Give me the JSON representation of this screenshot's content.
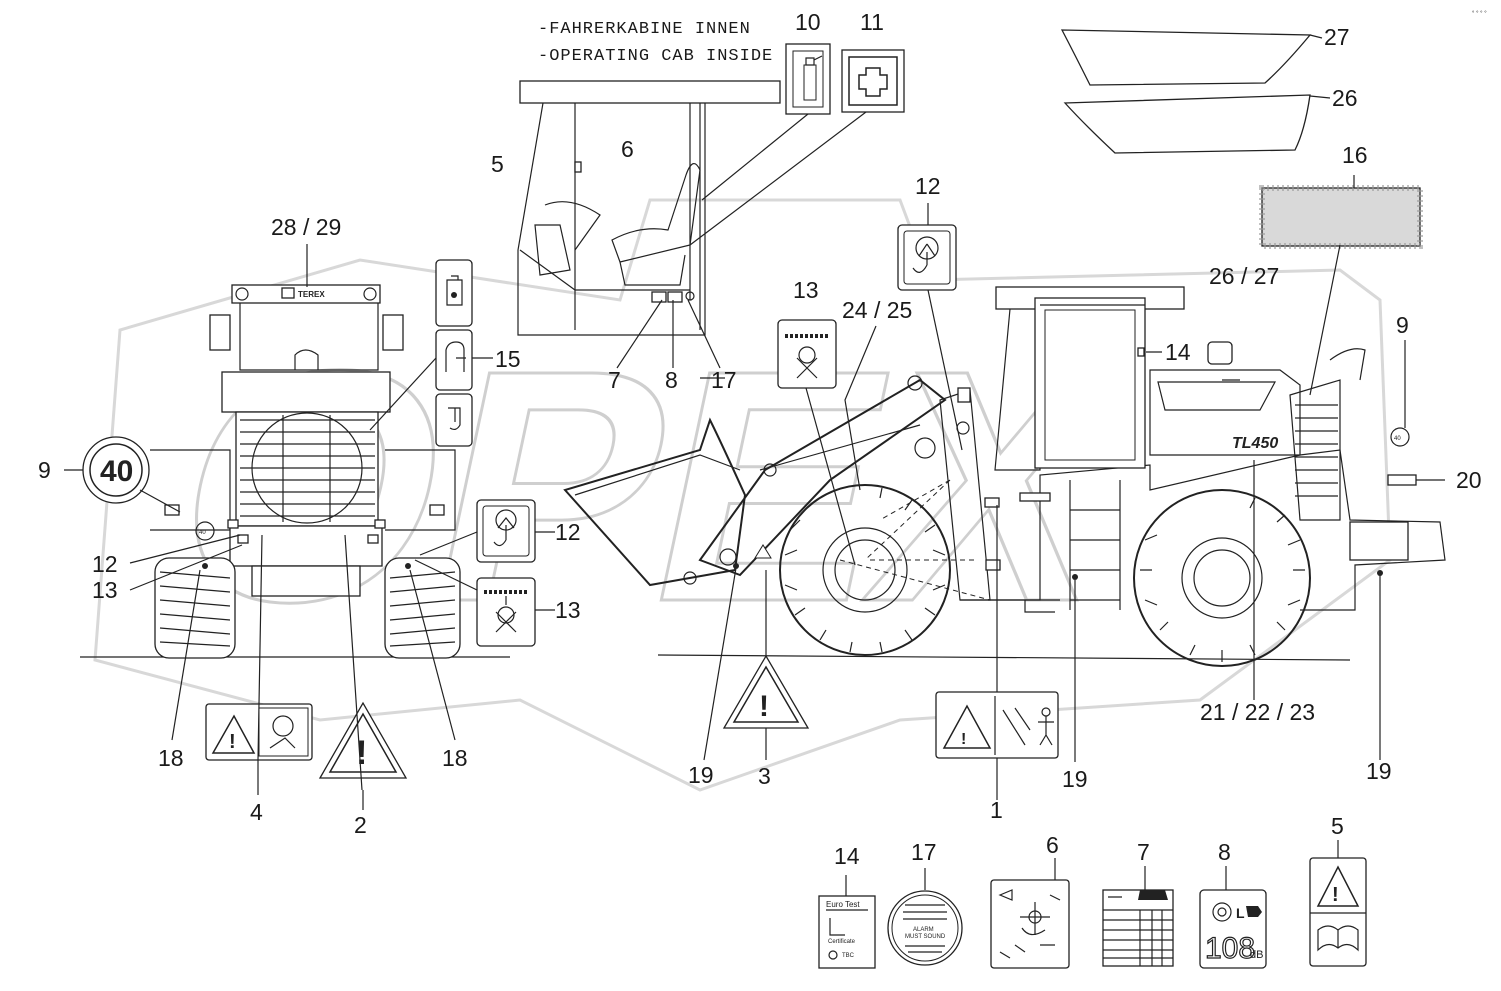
{
  "header": {
    "line1": "-FAHRERKABINE INNEN",
    "line2": "-OPERATING CAB INSIDE"
  },
  "watermark": "OPEX",
  "machine_badge": "TL450",
  "brand_badge": "TEREX",
  "speed_sign": "40",
  "labels": {
    "n1": "1",
    "n2": "2",
    "n3": "3",
    "n4": "4",
    "n5": "5",
    "n5b": "5",
    "n6": "6",
    "n6b": "6",
    "n7": "7",
    "n7b": "7",
    "n8": "8",
    "n8b": "8",
    "n9": "9",
    "n9b": "9",
    "n10": "10",
    "n11": "11",
    "n12a": "12",
    "n12b": "12",
    "n12c": "12",
    "n13a": "13",
    "n13b": "13",
    "n13c": "13",
    "n14": "14",
    "n14b": "14",
    "n15": "15",
    "n16": "16",
    "n17": "17",
    "n17b": "17",
    "n18a": "18",
    "n18b": "18",
    "n19a": "19",
    "n19b": "19",
    "n19c": "19",
    "n20": "20",
    "n21": "21 / 22 / 23",
    "n2425": "24 / 25",
    "n2627": "26 / 27",
    "n26": "26",
    "n27": "27",
    "n2829": "28 / 29"
  },
  "decals": {
    "eurotest": {
      "title": "Euro Test",
      "footer": "Certificate",
      "mark": "TBC"
    },
    "alarm": {
      "line1": "ALARM",
      "line2": "MUST SOUND"
    },
    "noise": {
      "value": "108",
      "unit": "dB",
      "prefix": "L"
    }
  },
  "colors": {
    "line": "#222222",
    "watermark": "#cfcfcf",
    "background": "#ffffff"
  }
}
